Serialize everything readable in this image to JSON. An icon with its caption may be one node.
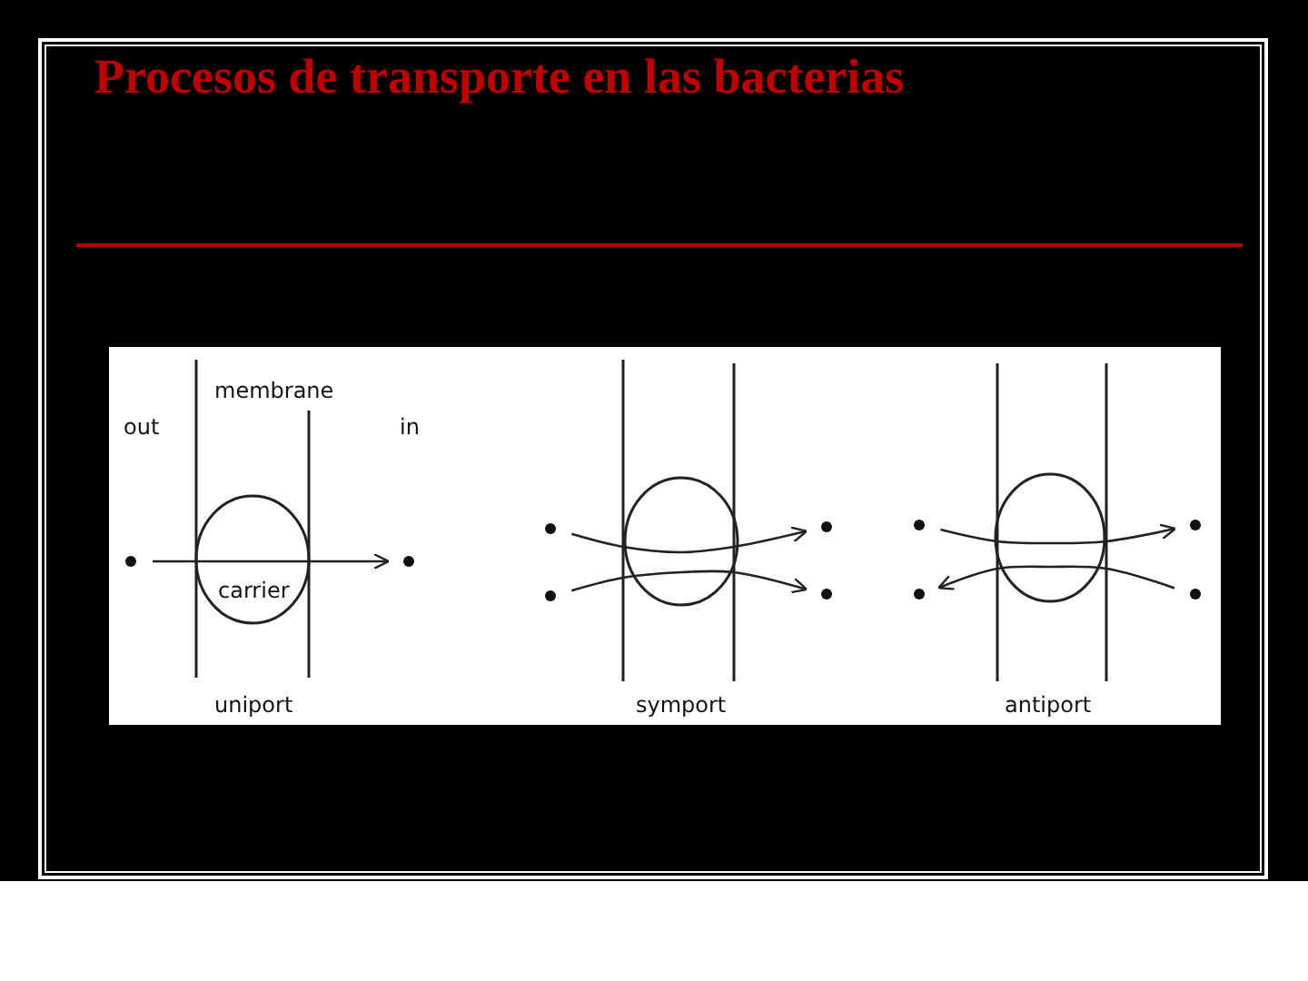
{
  "diagram": {
    "title": "Procesos de transporte en las bacterias",
    "nodes": [
      {
        "text": [],
        "shape": "circle"
      },
      {
        "text": [],
        "shape": "circle"
      },
      {
        "text": [],
        "shape": "circle"
      },
      {
        "text": [],
        "shape": "circle"
      },
      {
        "text": [],
        "shape": "circle"
      },
      {
        "text": [],
        "shape": "circle"
      },
      {
        "text": [],
        "shape": "circle"
      },
      {
        "text": [],
        "shape": "circle"
      },
      {
        "text": [],
        "shape": "circle"
      },
      {
        "text": [],
        "shape": "circle"
      }
    ],
    "edges": [
      {
        "from": 0,
        "to": 1,
        "arrow": "to"
      },
      {
        "from": 2,
        "to": 4,
        "arrow": "to"
      },
      {
        "from": 3,
        "to": 5,
        "arrow": "to"
      },
      {
        "from": 6,
        "to": 8,
        "arrow": "to"
      },
      {
        "from": 9,
        "to": 7,
        "arrow": "to"
      }
    ],
    "labels": [
      "out",
      "membrane",
      "in",
      "carrier",
      "uniport",
      "symport",
      "antiport"
    ]
  }
}
